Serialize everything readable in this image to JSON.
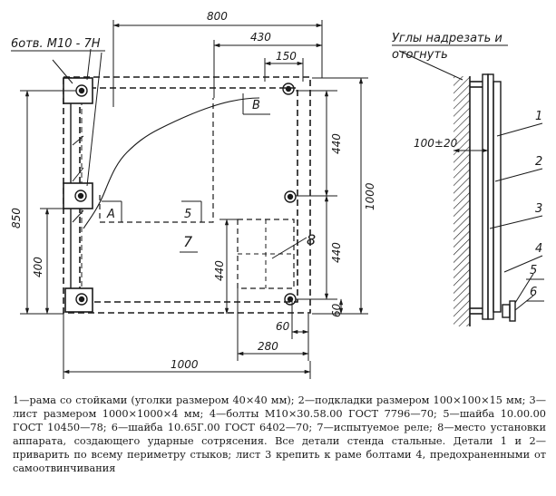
{
  "labels": {
    "hole_label": "6отв. М10 - 7Н",
    "cut_label_line1": "Углы надрезать и",
    "cut_label_line2": "отогнуть",
    "area_a": "А",
    "area_b": "В",
    "part5_left": "5",
    "part7": "7",
    "part8": "8",
    "side_1": "1",
    "side_2": "2",
    "side_3": "3",
    "side_4": "4",
    "side_5": "5",
    "side_6": "6",
    "side_height": "100±20"
  },
  "dimensions": {
    "d800": "800",
    "d430": "430",
    "d150": "150",
    "d440_right_top": "440",
    "d1000_right": "1000",
    "d440_right_mid": "440",
    "d60_right": "60",
    "d850": "850",
    "d400": "400",
    "d440_inner": "440",
    "d60_bottom": "60",
    "d280": "280",
    "d1000_bottom": "1000"
  },
  "caption": {
    "line1": "1—рама со стойками (уголки размером 40×40 мм); 2—подкладки размером 100×100×15 мм; 3—лист размером 1000×1000×4 мм; 4—болты М10×30.58.00 ГОСТ 7796—70; 5—шайба 10.00.00 ГОСТ 10450—78; 6—шайба 10.65Г.00 ГОСТ 6402—70; 7—испытуемое реле; 8—место установки аппарата, создающего ударные сотрясения. Все детали стенда стальные. Детали 1 и 2—приварить по всему периметру стыков; лист 3 крепить к раме болтами 4, предохраненными от самоотвинчивания"
  }
}
